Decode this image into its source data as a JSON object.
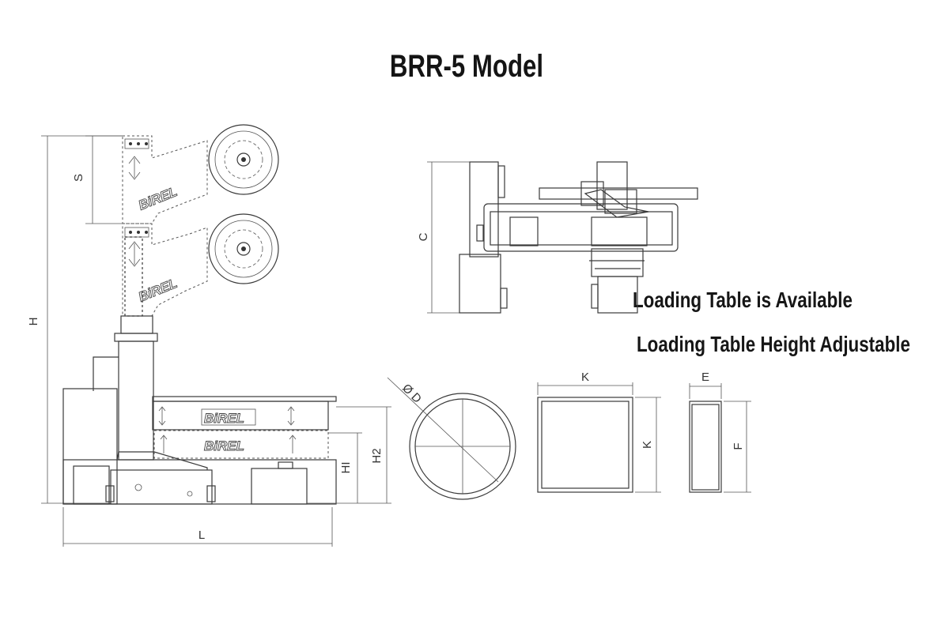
{
  "title": "BRR-5 Model",
  "notes": {
    "loading_table_available": "Loading Table is Available",
    "loading_table_height": "Loading Table Height Adjustable"
  },
  "dimensions": {
    "H": "H",
    "S": "S",
    "L": "L",
    "H1": "HI",
    "H2": "H2",
    "C": "C",
    "D": "Ø D",
    "K_width": "K",
    "K_height": "K",
    "E": "E",
    "F": "F"
  },
  "brand": "BiREL"
}
